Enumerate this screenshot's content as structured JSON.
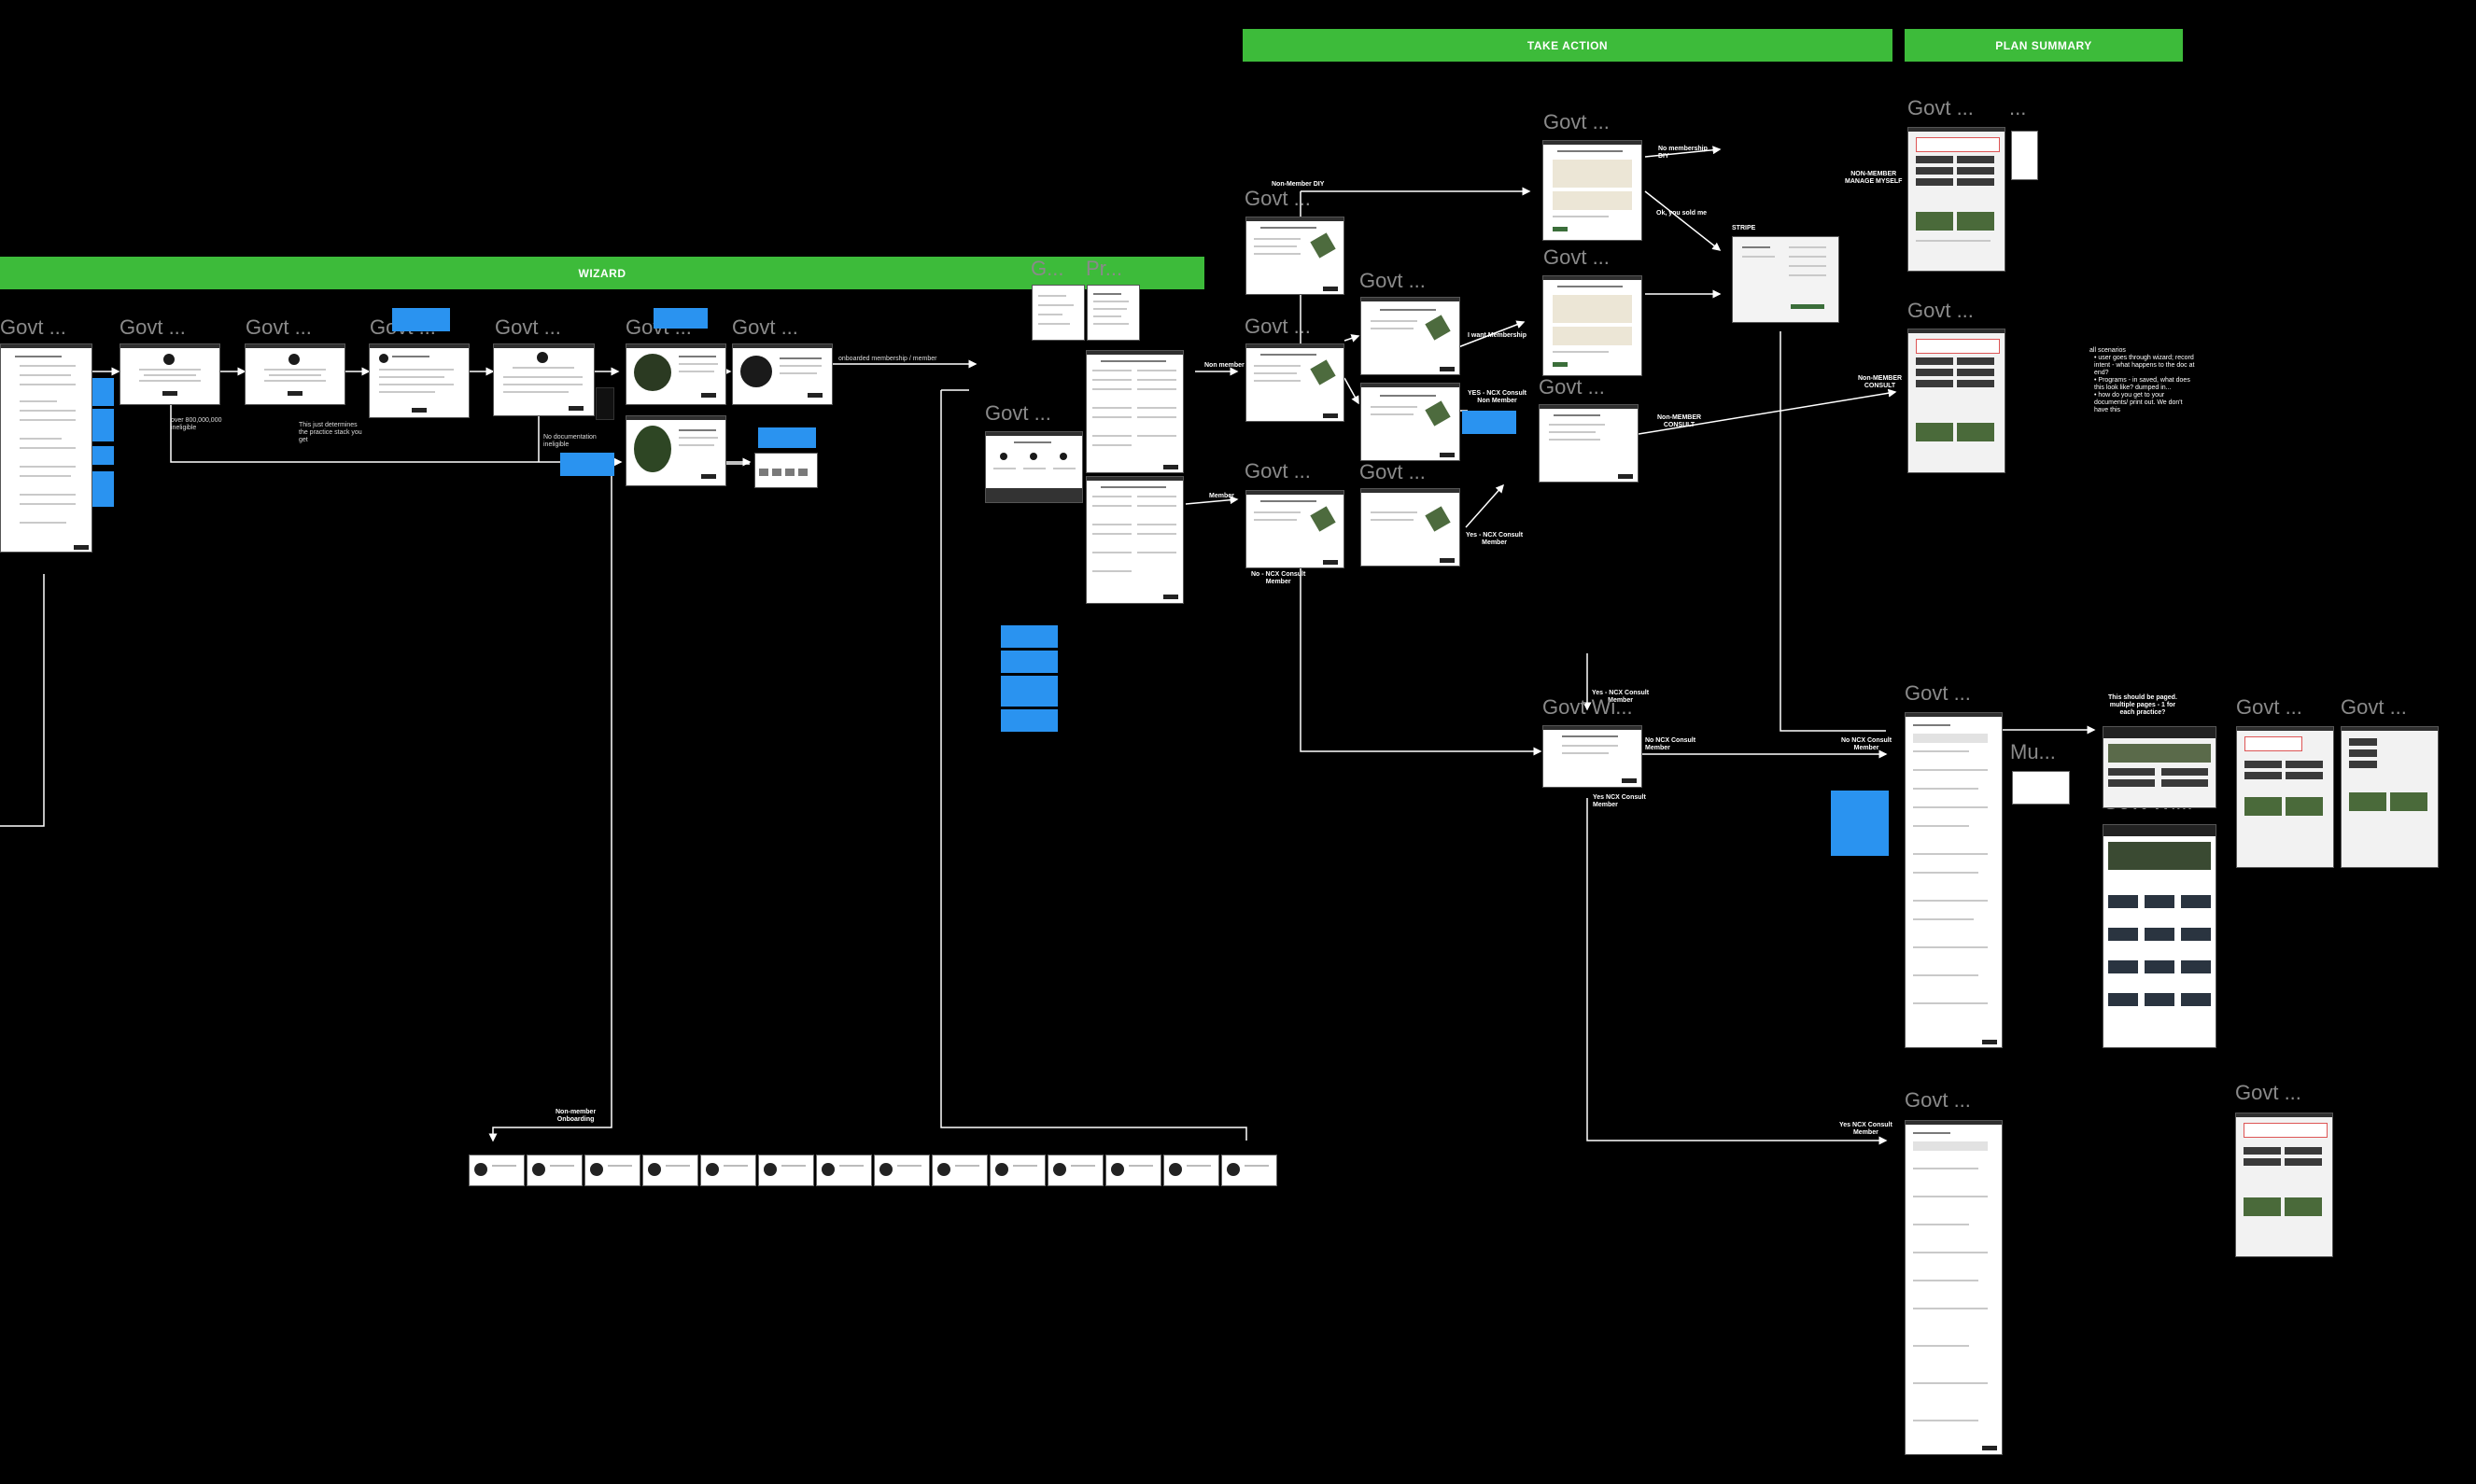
{
  "sections": {
    "wizard": "WIZARD",
    "take_action": "TAKE ACTION",
    "plan_summary": "PLAN SUMMARY"
  },
  "frame_titles": {
    "govt": "Govt ...",
    "g": "G...",
    "pr": "Pr...",
    "govt_wi": "Govt Wi...",
    "mu": "Mu..."
  },
  "labels": {
    "over_800k": "over 800,000,000\nineligible",
    "just_determines": "This just determines\nthe practice stack you\nget",
    "no_documentation": "No documentation\nineligible",
    "onboarded_membership": "onboarded membership / member",
    "non_member_diy": "Non-Member DIY",
    "non_member": "Non member",
    "member": "Member",
    "no_ncx_consult_member": "No - NCX Consult\nMember",
    "i_want_membership": "I want Membership",
    "yes_ncx_non_member": "YES - NCX Consult\nNon Member",
    "yes_ncx_member": "Yes - NCX Consult\nMember",
    "no_membership_diy": "No membership\nDIY",
    "ok_you_sold_me": "Ok, you sold me",
    "stripe": "STRIPE",
    "non_member_manage": "NON-MEMBER\nMANAGE MYSELF",
    "non_member_consult_a": "Non-MEMBER\nCONSULT",
    "non_member_consult_b": "Non-MEMBER\nCONSULT",
    "yes_ncx_consult_member_top": "Yes - NCX Consult\nMember",
    "no_ncx_consult_member_mid": "No NCX Consult\nMember",
    "yes_ncx_consult_member_bottom": "Yes NCX Consult\nMember",
    "no_ncx_consult_member_right": "No NCX Consult\nMember",
    "yes_ncx_consult_member_right": "Yes NCX Consult\nMember",
    "non_member_onboarding": "Non-member\nOnboarding",
    "should_be_paged": "This should be paged.\nmultiple pages - 1 for\neach practice?",
    "all_scenarios_title": "all scenarios",
    "all_scenarios_items": "• user goes through wizard; record intent - what happens to the doc at end?\n• Programs - in saved, what does this look like? dumped in...\n• how do you get to your documents/ print out. We don't have this"
  },
  "notes": {
    "n1": "",
    "n2": ""
  }
}
